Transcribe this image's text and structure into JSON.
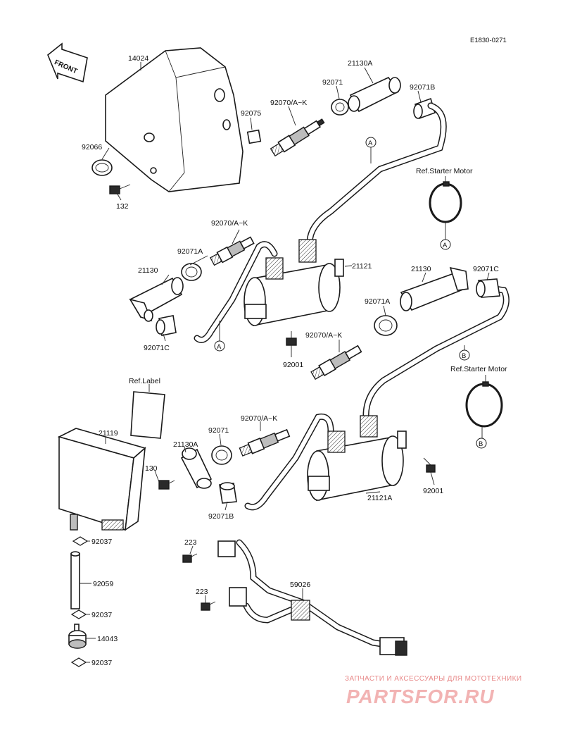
{
  "diagram": {
    "code": "E1830-0271",
    "front_label": "FRONT",
    "callouts": [
      {
        "id": "c-14024",
        "text": "14024"
      },
      {
        "id": "c-92066",
        "text": "92066"
      },
      {
        "id": "c-132",
        "text": "132"
      },
      {
        "id": "c-92075",
        "text": "92075"
      },
      {
        "id": "c-92070-1",
        "text": "92070/A~K"
      },
      {
        "id": "c-92071-1",
        "text": "92071"
      },
      {
        "id": "c-21130A-1",
        "text": "21130A"
      },
      {
        "id": "c-92071B-1",
        "text": "92071B"
      },
      {
        "id": "c-ref-starter-1",
        "text": "Ref.Starter Motor"
      },
      {
        "id": "c-92070-2",
        "text": "92070/A~K"
      },
      {
        "id": "c-92071A-1",
        "text": "92071A"
      },
      {
        "id": "c-21130-1",
        "text": "21130"
      },
      {
        "id": "c-92071C-1",
        "text": "92071C"
      },
      {
        "id": "c-21121",
        "text": "21121"
      },
      {
        "id": "c-92001-1",
        "text": "92001"
      },
      {
        "id": "c-21130-2",
        "text": "21130"
      },
      {
        "id": "c-92071C-2",
        "text": "92071C"
      },
      {
        "id": "c-92071A-2",
        "text": "92071A"
      },
      {
        "id": "c-92070-3",
        "text": "92070/A~K"
      },
      {
        "id": "c-ref-starter-2",
        "text": "Ref.Starter Motor"
      },
      {
        "id": "c-ref-label",
        "text": "Ref.Label"
      },
      {
        "id": "c-21119",
        "text": "21119"
      },
      {
        "id": "c-130",
        "text": "130"
      },
      {
        "id": "c-21130A-2",
        "text": "21130A"
      },
      {
        "id": "c-92071-2",
        "text": "92071"
      },
      {
        "id": "c-92070-4",
        "text": "92070/A~K"
      },
      {
        "id": "c-92071B-2",
        "text": "92071B"
      },
      {
        "id": "c-21121A",
        "text": "21121A"
      },
      {
        "id": "c-92001-2",
        "text": "92001"
      },
      {
        "id": "c-92037-1",
        "text": "92037"
      },
      {
        "id": "c-92059",
        "text": "92059"
      },
      {
        "id": "c-92037-2",
        "text": "92037"
      },
      {
        "id": "c-14043",
        "text": "14043"
      },
      {
        "id": "c-92037-3",
        "text": "92037"
      },
      {
        "id": "c-223-1",
        "text": "223"
      },
      {
        "id": "c-223-2",
        "text": "223"
      },
      {
        "id": "c-59026",
        "text": "59026"
      }
    ],
    "markers": [
      "A",
      "A",
      "A",
      "B",
      "B"
    ]
  },
  "watermark": {
    "tagline": "ЗАПЧАСТИ И АКСЕССУАРЫ ДЛЯ МОТОТЕХНИКИ",
    "brand": "PARTSFOR.RU"
  }
}
